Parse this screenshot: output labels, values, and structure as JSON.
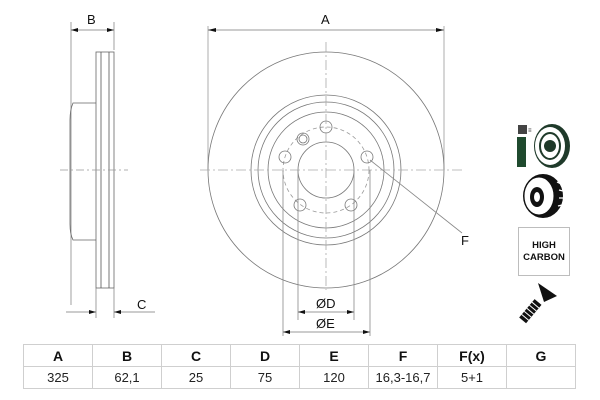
{
  "drawing": {
    "labels": {
      "outer_diameter": "A",
      "total_height": "B",
      "min_thickness": "C",
      "center_bore": "ØD",
      "bolt_circle": "ØE",
      "bolt_hole": "F"
    }
  },
  "icons": {
    "coated_disc": "coated-disc-spray-icon",
    "vented_disc": "vented-disc-icon",
    "high_carbon": {
      "line1": "HIGH",
      "line2": "CARBON"
    },
    "screw": "countersunk-screw-icon"
  },
  "spec_table": {
    "headers": [
      "A",
      "B",
      "C",
      "D",
      "E",
      "F",
      "F(x)",
      "G"
    ],
    "values": [
      "325",
      "62,1",
      "25",
      "75",
      "120",
      "16,3-16,7",
      "5+1",
      ""
    ]
  }
}
